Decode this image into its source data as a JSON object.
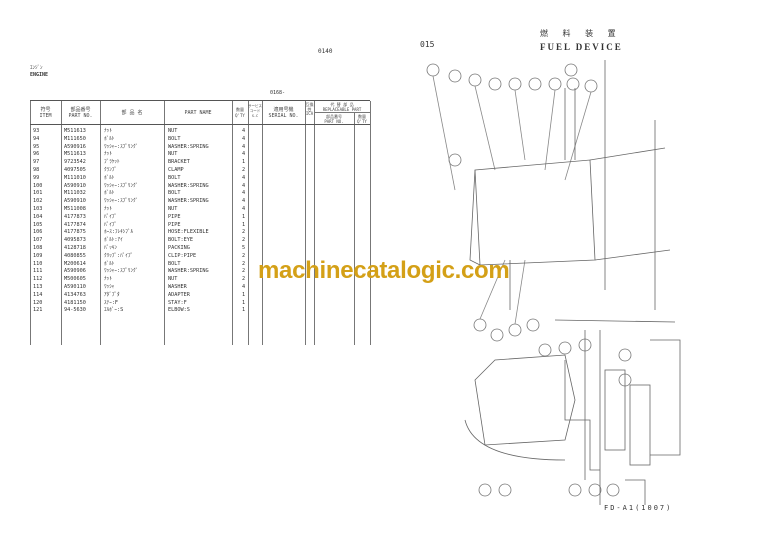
{
  "left_page": {
    "page_code": "0140",
    "section_jp": "ｴﾝｼﾞﾝ",
    "section": "ENGINE",
    "group_code": "0168-",
    "table": {
      "headers": {
        "item_jp": "符号",
        "item": "ITEM",
        "part_no_jp": "部品番号",
        "part_no": "PART NO.",
        "name_jp": "部 品 名",
        "part_name": "PART NAME",
        "qty_jp": "数量",
        "qty": "Q'TY",
        "sc_jp": "サービスコード",
        "sc": "S-C",
        "serial_jp": "適用号機",
        "serial": "SERIAL NO.",
        "ica_jp": "互換性",
        "ica": "ICA",
        "replaceable_jp": "代 替 部 品",
        "replaceable": "REPLACEABLE PART",
        "rep_part_no_jp": "部品番号",
        "rep_part_no": "PART NO.",
        "rep_qty_jp": "数量",
        "rep_qty": "Q'TY"
      },
      "rows": [
        {
          "item": "93",
          "part_no": "M511613",
          "name_jp": "ﾅｯﾄ",
          "part_name": "NUT",
          "qty": "4"
        },
        {
          "item": "94",
          "part_no": "M111650",
          "name_jp": "ﾎﾞﾙﾄ",
          "part_name": "BOLT",
          "qty": "4"
        },
        {
          "item": "95",
          "part_no": "A590916",
          "name_jp": "ﾜｯｼｬｰ:ｽﾌﾟﾘﾝｸﾞ",
          "part_name": "WASHER:SPRING",
          "qty": "4"
        },
        {
          "item": "96",
          "part_no": "M511613",
          "name_jp": "ﾅｯﾄ",
          "part_name": "NUT",
          "qty": "4"
        },
        {
          "item": "97",
          "part_no": "9723542",
          "name_jp": "ﾌﾞﾗｹｯﾄ",
          "part_name": "BRACKET",
          "qty": "1"
        },
        {
          "item": "98",
          "part_no": "4097505",
          "name_jp": "ｸﾗﾝﾌﾟ",
          "part_name": "CLAMP",
          "qty": "2"
        },
        {
          "item": "99",
          "part_no": "M111010",
          "name_jp": "ﾎﾞﾙﾄ",
          "part_name": "BOLT",
          "qty": "4"
        },
        {
          "item": "100",
          "part_no": "A590910",
          "name_jp": "ﾜｯｼｬｰ:ｽﾌﾟﾘﾝｸﾞ",
          "part_name": "WASHER:SPRING",
          "qty": "4"
        },
        {
          "item": "101",
          "part_no": "M111032",
          "name_jp": "ﾎﾞﾙﾄ",
          "part_name": "BOLT",
          "qty": "4"
        },
        {
          "item": "102",
          "part_no": "A590910",
          "name_jp": "ﾜｯｼｬｰ:ｽﾌﾟﾘﾝｸﾞ",
          "part_name": "WASHER:SPRING",
          "qty": "4"
        },
        {
          "item": "103",
          "part_no": "M511008",
          "name_jp": "ﾅｯﾄ",
          "part_name": "NUT",
          "qty": "4"
        },
        {
          "item": "104",
          "part_no": "4177873",
          "name_jp": "ﾊﾟｲﾌﾟ",
          "part_name": "PIPE",
          "qty": "1"
        },
        {
          "item": "105",
          "part_no": "4177874",
          "name_jp": "ﾊﾟｲﾌﾟ",
          "part_name": "PIPE",
          "qty": "1"
        },
        {
          "item": "106",
          "part_no": "4177875",
          "name_jp": "ﾎｰｽ:ﾌﾚｷｼﾌﾞﾙ",
          "part_name": "HOSE:FLEXIBLE",
          "qty": "2"
        },
        {
          "item": "107",
          "part_no": "4095873",
          "name_jp": "ﾎﾞﾙﾄ:ｱｲ",
          "part_name": "BOLT:EYE",
          "qty": "2"
        },
        {
          "item": "108",
          "part_no": "4128718",
          "name_jp": "ﾊﾟｯｷﾝ",
          "part_name": "PACKING",
          "qty": "5"
        },
        {
          "item": "109",
          "part_no": "4080855",
          "name_jp": "ｸﾘｯﾌﾟ:ﾊﾟｲﾌﾟ",
          "part_name": "CLIP:PIPE",
          "qty": "2"
        },
        {
          "item": "110",
          "part_no": "M200614",
          "name_jp": "ﾎﾞﾙﾄ",
          "part_name": "BOLT",
          "qty": "2"
        },
        {
          "item": "111",
          "part_no": "A590906",
          "name_jp": "ﾜｯｼｬｰ:ｽﾌﾟﾘﾝｸﾞ",
          "part_name": "WASHER:SPRING",
          "qty": "2"
        },
        {
          "item": "112",
          "part_no": "M500605",
          "name_jp": "ﾅｯﾄ",
          "part_name": "NUT",
          "qty": "2"
        },
        {
          "item": "113",
          "part_no": "A590110",
          "name_jp": "ﾜｯｼｬ",
          "part_name": "WASHER",
          "qty": "4"
        },
        {
          "item": "114",
          "part_no": "4134763",
          "name_jp": "ｱﾀﾞﾌﾟﾀ",
          "part_name": "ADAPTER",
          "qty": "1"
        },
        {
          "item": "120",
          "part_no": "4181150",
          "name_jp": "ｽﾃｰ:F",
          "part_name": "STAY:F",
          "qty": "1"
        },
        {
          "item": "121",
          "part_no": "94-5630",
          "name_jp": "ｴﾙﾎﾞｰ:S",
          "part_name": "ELBOW:S",
          "qty": "1"
        }
      ]
    }
  },
  "right_page": {
    "page_code": "015",
    "title_jp": "燃 料 装 置",
    "title": "FUEL DEVICE",
    "footer_code": "FD-A1(1007)"
  },
  "watermark": "machinecatalogic.com",
  "colors": {
    "watermark": "#d4a017",
    "ink": "#333333"
  }
}
